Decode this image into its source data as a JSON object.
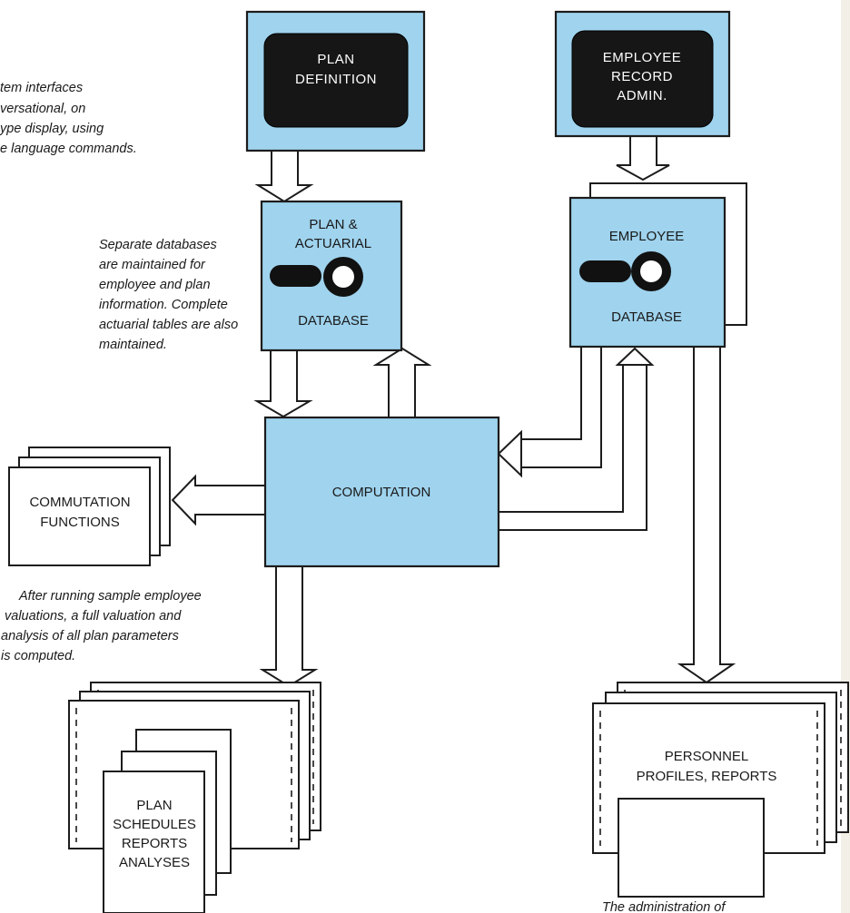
{
  "nodes": {
    "plan_definition": [
      "PLAN",
      "DEFINITION"
    ],
    "employee_record": [
      "EMPLOYEE",
      "RECORD",
      "ADMIN."
    ],
    "plan_db_title": [
      "PLAN &",
      "ACTUARIAL"
    ],
    "plan_db_footer": "DATABASE",
    "employee_db_title": "EMPLOYEE",
    "employee_db_footer": "DATABASE",
    "computation": "COMPUTATION",
    "commutation": [
      "COMMUTATION",
      "FUNCTIONS"
    ],
    "plan_schedules": [
      "PLAN",
      "SCHEDULES",
      "REPORTS",
      "ANALYSES"
    ],
    "personnel": [
      "PERSONNEL",
      "PROFILES, REPORTS"
    ]
  },
  "notes": {
    "interfaces": [
      "tem interfaces",
      "versational, on",
      "ype display, using",
      "e language commands."
    ],
    "databases": [
      "Separate databases",
      "are maintained for",
      "employee and plan",
      "information. Complete",
      "actuarial tables are also",
      "maintained."
    ],
    "valuation": [
      "After running sample employee",
      "valuations, a full valuation and",
      "analysis of all plan parameters",
      "is computed."
    ],
    "administration": "The administration of"
  },
  "colors": {
    "box_fill": "#9fd3ee",
    "screen": "#161616",
    "stroke": "#1c1c1c"
  }
}
